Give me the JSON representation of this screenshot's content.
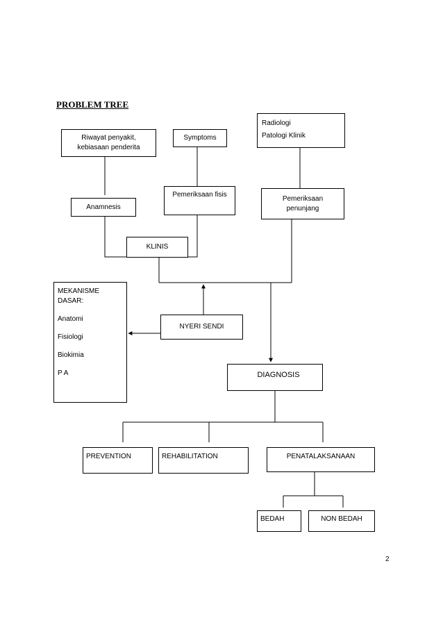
{
  "title": "PROBLEM TREE",
  "boxes": {
    "riwayat": {
      "line1": "Riwayat penyakit,",
      "line2": "kebiasaan penderita"
    },
    "symptoms": "Symptoms",
    "radiologi": {
      "line1": "Radiologi",
      "line2": "Patologi Klinik"
    },
    "anamnesis": "Anamnesis",
    "pemeriksaan_fisis": "Pemeriksaan fisis",
    "pemeriksaan_penunjang": {
      "line1": "Pemeriksaan",
      "line2": "penunjang"
    },
    "klinis": "KLINIS",
    "mekanisme": {
      "heading1": "MEKANISME",
      "heading2": "DASAR:",
      "items": [
        "Anatomi",
        "Fisiologi",
        "Biokimia",
        "P A"
      ]
    },
    "nyeri_sendi": "NYERI SENDI",
    "diagnosis": "DIAGNOSIS",
    "prevention": "PREVENTION",
    "rehabilitation": "REHABILITATION",
    "penatalaksanaan": "PENATALAKSANAAN",
    "bedah": "BEDAH",
    "non_bedah": "NON BEDAH"
  },
  "page_number": "2"
}
